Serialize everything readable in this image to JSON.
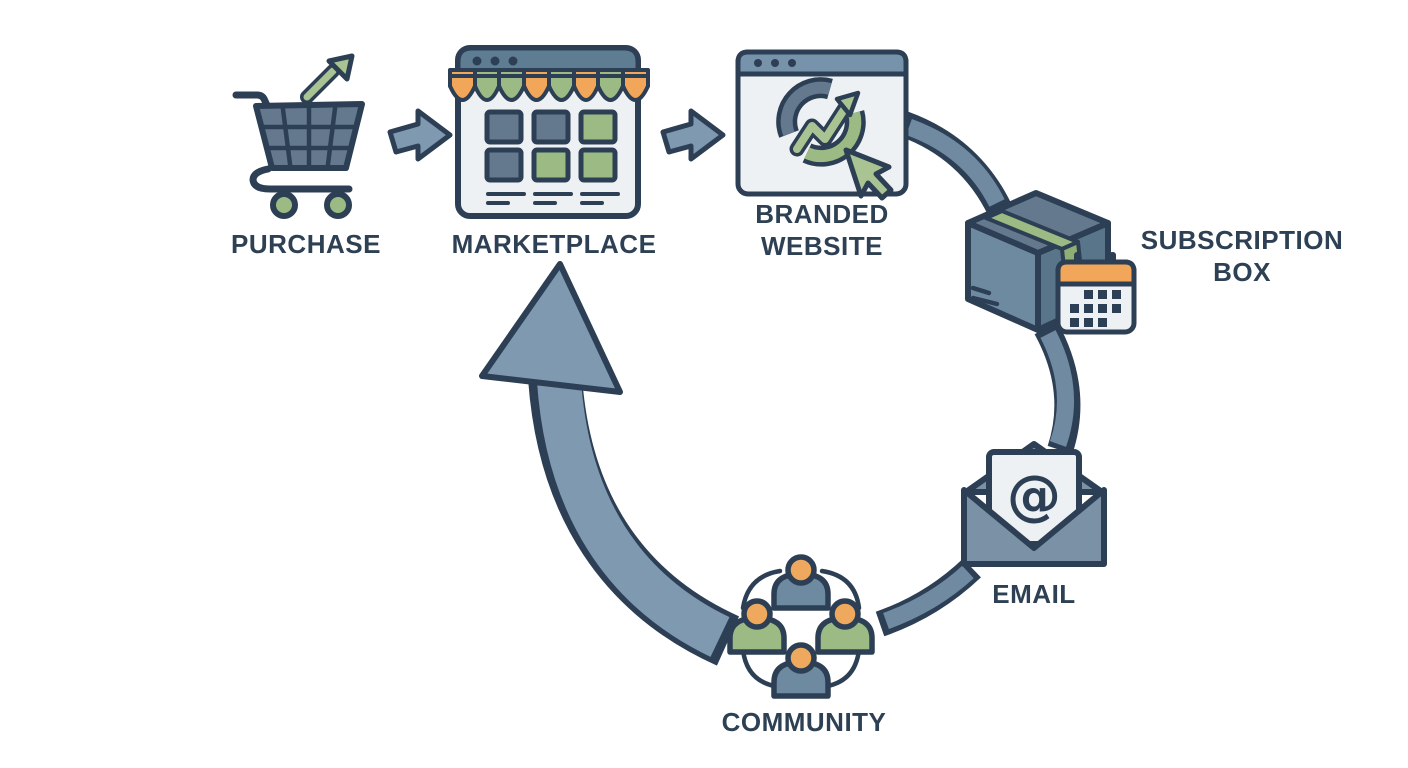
{
  "diagram": {
    "background": "#ffffff",
    "type": "flywheel-flow",
    "nodes": {
      "purchase": {
        "label": "PURCHASE",
        "icon": "shopping-cart-icon"
      },
      "marketplace": {
        "label": "MARKETPLACE",
        "icon": "storefront-icon"
      },
      "branded_website": {
        "label_line1": "BRANDED",
        "label_line2": "WEBSITE",
        "icon": "browser-growth-icon"
      },
      "subscription_box": {
        "label_line1": "SUBSCRIPTION",
        "label_line2": "BOX",
        "icon": "package-calendar-icon"
      },
      "email": {
        "label": "EMAIL",
        "at_symbol": "@",
        "icon": "open-envelope-icon"
      },
      "community": {
        "label": "COMMUNITY",
        "icon": "people-circle-icon"
      }
    },
    "edges": [
      {
        "from": "purchase",
        "to": "marketplace",
        "style": "block-arrow"
      },
      {
        "from": "marketplace",
        "to": "branded_website",
        "style": "block-arrow"
      },
      {
        "from": "branded_website",
        "to": "subscription_box",
        "style": "arc-band"
      },
      {
        "from": "subscription_box",
        "to": "email",
        "style": "arc-band"
      },
      {
        "from": "email",
        "to": "community",
        "style": "arc-band"
      },
      {
        "from": "community",
        "to": "marketplace",
        "style": "large-loop-arrow"
      }
    ],
    "colors": {
      "outline": "#2d3f54",
      "label": "#2e4154",
      "steel": "#7e99b0",
      "band": "#6f8aa1",
      "slate": "#64798e",
      "slate-light": "#6e8aa0",
      "slate-dark": "#587589",
      "panel": "#eef1f4",
      "header": "#7693ab",
      "header-dark": "#5e7d93",
      "green": "#9cba84",
      "green-light": "#a9c492",
      "green-dark": "#8fae74",
      "orange": "#f2a65a",
      "skin": "#efa95e",
      "envelope": "#7a91a6"
    }
  }
}
